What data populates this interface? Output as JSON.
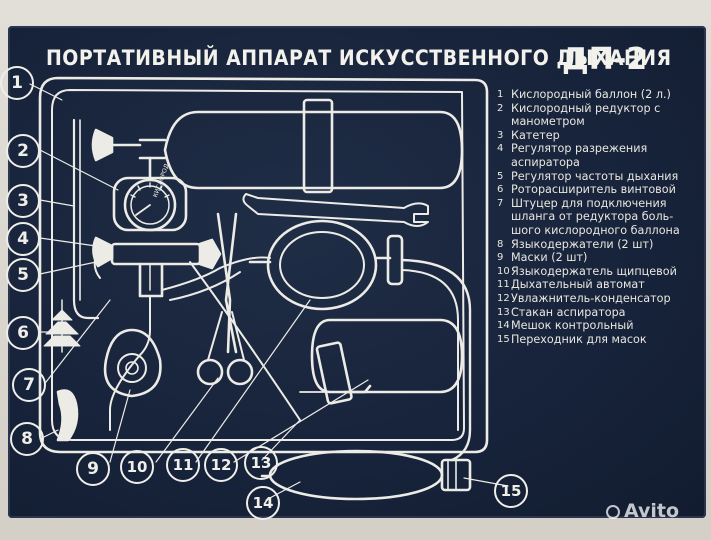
{
  "plate": {
    "title": "ПОРТАТИВНЫЙ АППАРАТ ИСКУССТВЕННОГО ДЫХАНИЯ",
    "model": "ДП-2",
    "gauge_label": "КИСЛОРОД"
  },
  "legend": [
    {
      "num": "1",
      "lines": [
        "Кислородный баллон (2 л.)"
      ]
    },
    {
      "num": "2",
      "lines": [
        "Кислородный редуктор с",
        "манометром"
      ]
    },
    {
      "num": "3",
      "lines": [
        "Катетер"
      ]
    },
    {
      "num": "4",
      "lines": [
        "Регулятор разрежения",
        "аспиратора"
      ]
    },
    {
      "num": "5",
      "lines": [
        "Регулятор частоты дыхания"
      ]
    },
    {
      "num": "6",
      "lines": [
        "Роторасширитель винтовой"
      ]
    },
    {
      "num": "7",
      "lines": [
        "Штуцер для подключения",
        "шланга от редуктора боль-",
        "шого кислородного баллона"
      ]
    },
    {
      "num": "8",
      "lines": [
        "Языкодержатели (2 шт)"
      ]
    },
    {
      "num": "9",
      "lines": [
        "Маски (2 шт)"
      ]
    },
    {
      "num": "10",
      "lines": [
        "Языкодержатель щипцевой"
      ]
    },
    {
      "num": "11",
      "lines": [
        "Дыхательный автомат"
      ]
    },
    {
      "num": "12",
      "lines": [
        "Увлажнитель-конденсатор"
      ]
    },
    {
      "num": "13",
      "lines": [
        "Стакан аспиратора"
      ]
    },
    {
      "num": "14",
      "lines": [
        "Мешок контрольный"
      ]
    },
    {
      "num": "15",
      "lines": [
        "Переходник для масок"
      ]
    }
  ],
  "callouts": [
    "1",
    "2",
    "3",
    "4",
    "5",
    "6",
    "7",
    "8",
    "9",
    "10",
    "11",
    "12",
    "13",
    "14",
    "15"
  ],
  "watermark": "Avito"
}
